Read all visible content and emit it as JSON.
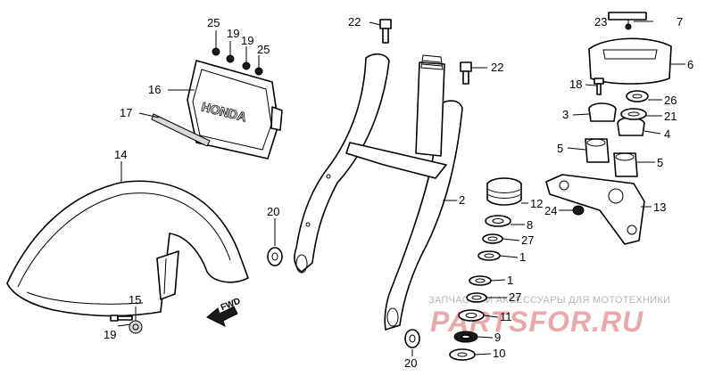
{
  "callouts": {
    "c1": "25",
    "c2": "19",
    "c3": "19",
    "c4": "25",
    "c5": "16",
    "c6": "17",
    "c7": "14",
    "c8": "22",
    "c9": "22",
    "c10": "20",
    "c11": "2",
    "c12": "15",
    "c13": "19",
    "c14": "20",
    "c15": "23",
    "c16": "7",
    "c17": "6",
    "c18": "18",
    "c19": "26",
    "c20": "3",
    "c21": "21",
    "c22": "4",
    "c23": "5",
    "c24": "5",
    "c25": "13",
    "c26": "24",
    "c27": "12",
    "c28": "8",
    "c29": "27",
    "c30": "1",
    "c31": "1",
    "c32": "27",
    "c33": "11",
    "c34": "9",
    "c35": "10"
  },
  "emblem_text": "HONDA",
  "direction_mark": "FWD",
  "watermark": {
    "tagline": "ЗАПЧАСТИ И АКСЕССУАРЫ ДЛЯ МОТОТЕХНИКИ",
    "logo": "PARTSFOR.RU"
  }
}
